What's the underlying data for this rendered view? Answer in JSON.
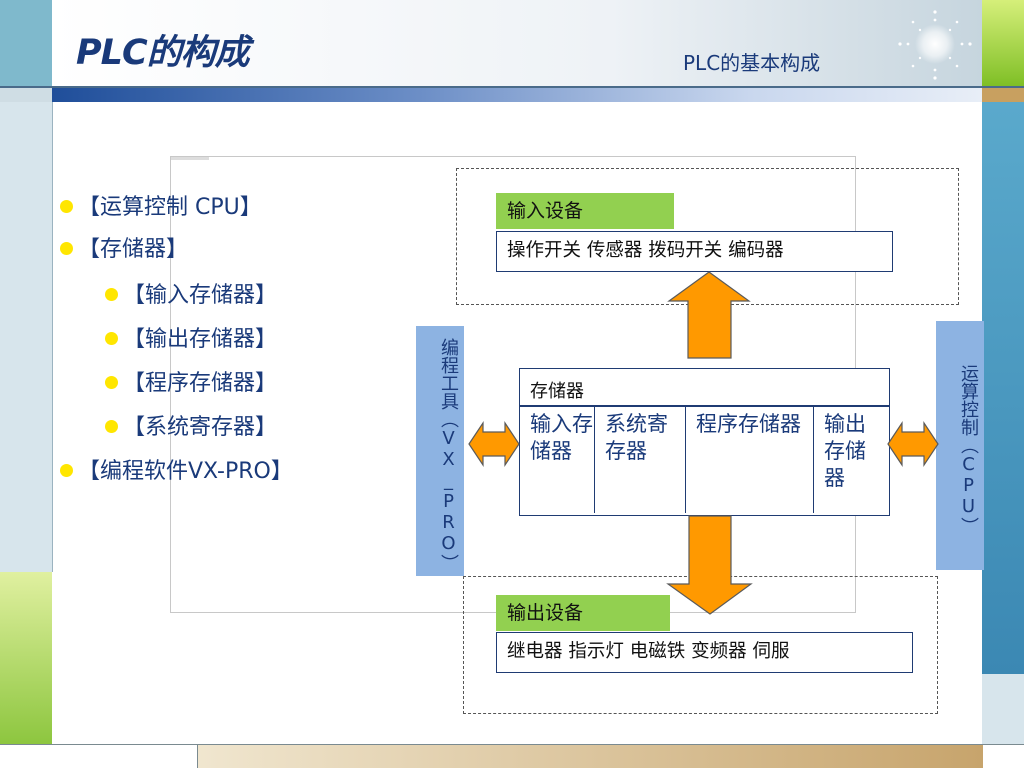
{
  "slide": {
    "title": "PLC的构成",
    "subtitle": "PLC的基本构成"
  },
  "bullets": [
    {
      "text": "【运算控制 CPU】",
      "level": 1
    },
    {
      "text": "【存储器】",
      "level": 1
    },
    {
      "text": "【输入存储器】",
      "level": 2
    },
    {
      "text": "【输出存储器】",
      "level": 2
    },
    {
      "text": "【程序存储器】",
      "level": 2
    },
    {
      "text": "【系统寄存器】",
      "level": 2
    },
    {
      "text": "【编程软件VX-PRO】",
      "level": 1
    }
  ],
  "diagram": {
    "input_label": "输入设备",
    "input_devices": "操作开关 传感器 拨码开关 编码器",
    "output_label": "输出设备",
    "output_devices": "继电器 指示灯 电磁铁 变频器 伺服",
    "memory_title": "存储器",
    "memory_cells": [
      "输入存储器",
      "系统寄存器",
      "程序存储器",
      "输出存储器"
    ],
    "left_bar": "编程工具（VX_PRO）",
    "right_bar": "运算控制（CPU）"
  },
  "colors": {
    "title": "#1a3a7a",
    "bullet_dot": "#ffe600",
    "label_green": "#92d050",
    "side_bar_blue": "#8db3e2",
    "arrow_orange": "#ff9900",
    "frame_teal": "#7db3c9",
    "frame_green": "#9acd32"
  }
}
